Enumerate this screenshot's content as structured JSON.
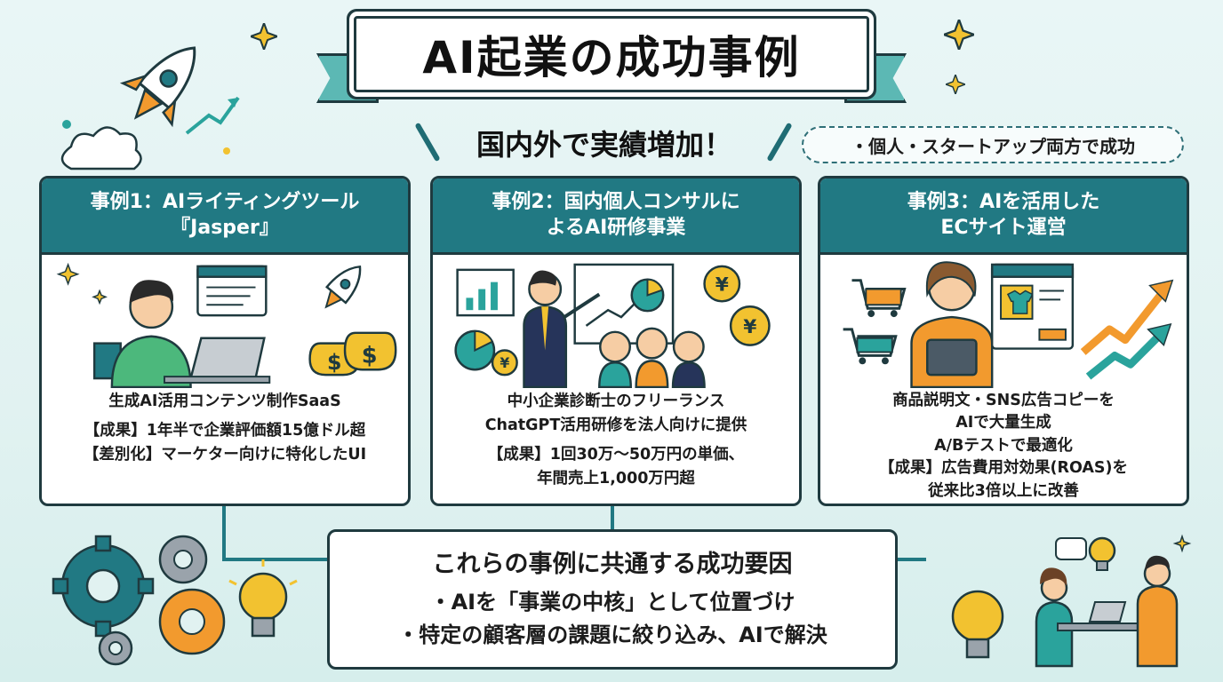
{
  "title": "AI起業の成功事例",
  "subtitle": "国内外で実績増加！",
  "tagline": "・個人・スタートアップ両方で成功",
  "cases": [
    {
      "title_line1": "事例1：AIライティングツール",
      "title_line2": "『Jasper』",
      "lines": [
        "生成AI活用コンテンツ制作SaaS",
        "【成果】1年半で企業評価額15億ドル超",
        "【差別化】マーケター向けに特化したUI"
      ]
    },
    {
      "title_line1": "事例2：国内個人コンサルに",
      "title_line2": "よるAI研修事業",
      "lines": [
        "中小企業診断士のフリーランス",
        "ChatGPT活用研修を法人向けに提供",
        "【成果】1回30万〜50万円の単価、",
        "年間売上1,000万円超"
      ]
    },
    {
      "title_line1": "事例3：AIを活用した",
      "title_line2": "ECサイト運営",
      "lines": [
        "商品説明文・SNS広告コピーを",
        "AIで大量生成",
        "A/Bテストで最適化",
        "【成果】広告費用対効果(ROAS)を",
        "従来比3倍以上に改善"
      ]
    }
  ],
  "summary": {
    "title": "これらの事例に共通する成功要因",
    "points": [
      "・AIを「事業の中核」として位置づけ",
      "・特定の顧客層の課題に絞り込み、AIで解決"
    ]
  },
  "colors": {
    "teal_dark": "#217983",
    "teal_light": "#5cb8b4",
    "outline": "#1f3a3f",
    "orange": "#f29a2e",
    "gold": "#f2c230"
  }
}
